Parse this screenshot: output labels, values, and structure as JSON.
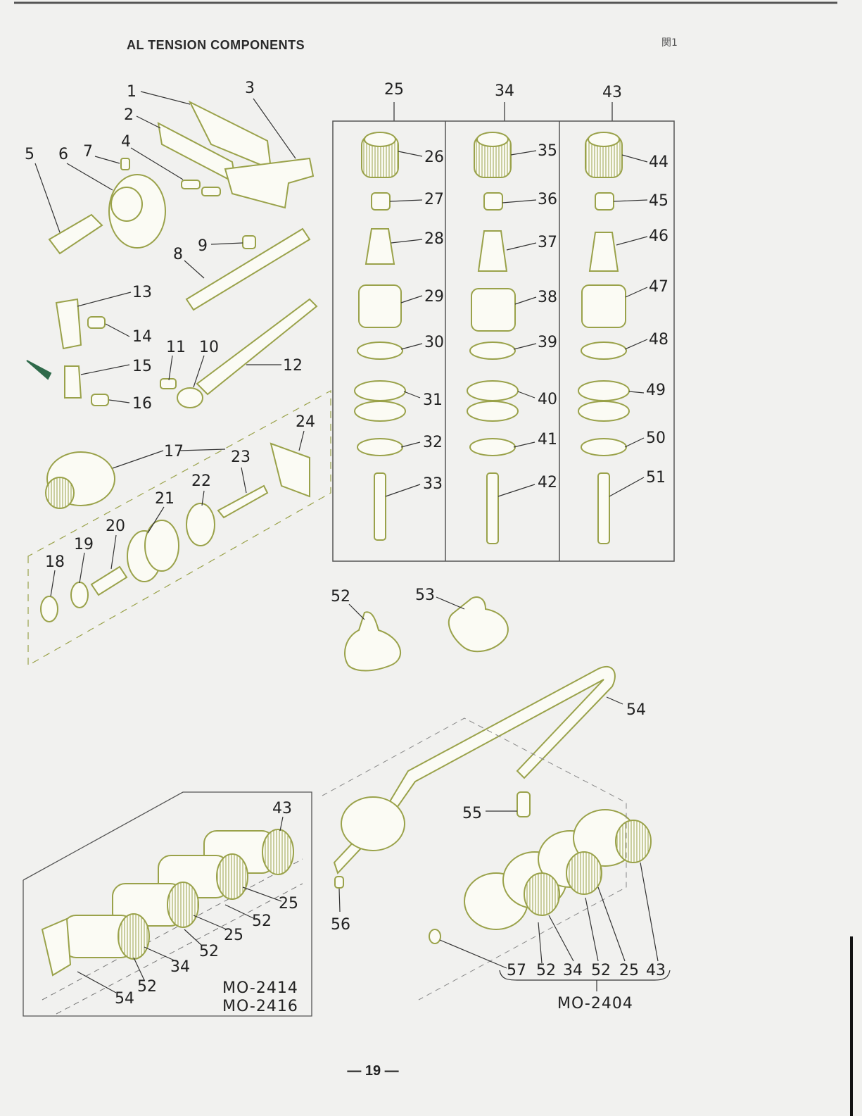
{
  "header": {
    "title": "AL TENSION COMPONENTS",
    "corner_mark": "関1"
  },
  "page_number": "— 19 —",
  "colors": {
    "part_stroke": "#9aa24a",
    "ink": "#222222",
    "paper": "#f1f1ef"
  },
  "assembly_labels": {
    "top_left": [
      "1",
      "2",
      "3",
      "4",
      "5",
      "6",
      "7",
      "8",
      "9",
      "10",
      "11",
      "12",
      "13",
      "14",
      "15",
      "16",
      "17",
      "18",
      "19",
      "20",
      "21",
      "22",
      "23",
      "24"
    ],
    "columns": [
      {
        "head": "25",
        "parts": [
          "26",
          "27",
          "28",
          "29",
          "30",
          "31",
          "32",
          "33"
        ]
      },
      {
        "head": "34",
        "parts": [
          "35",
          "36",
          "37",
          "38",
          "39",
          "40",
          "41",
          "42"
        ]
      },
      {
        "head": "43",
        "parts": [
          "44",
          "45",
          "46",
          "47",
          "48",
          "49",
          "50",
          "51"
        ]
      }
    ],
    "brackets": [
      "52",
      "53"
    ],
    "bar": "54",
    "screws": [
      "55",
      "56"
    ],
    "bottom_left_labels": [
      "43",
      "25",
      "52",
      "25",
      "52",
      "34",
      "52",
      "54"
    ],
    "bottom_right_labels": [
      "57",
      "52",
      "34",
      "52",
      "25",
      "43"
    ]
  },
  "models": {
    "bottom_left": [
      "MO-2414",
      "MO-2416"
    ],
    "bottom_right": "MO-2404"
  }
}
